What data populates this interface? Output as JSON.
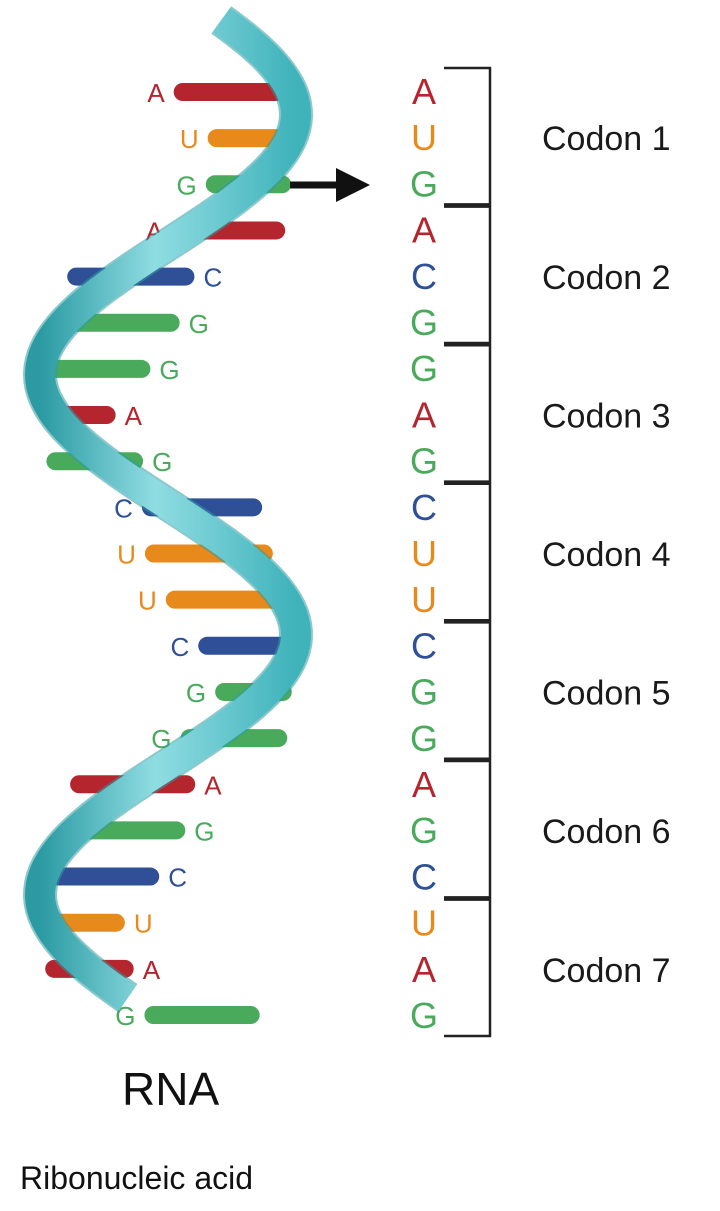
{
  "title": "RNA",
  "subtitle": "Ribonucleic acid",
  "colors": {
    "A": "#b5252e",
    "U": "#e8891b",
    "G": "#4aaa5c",
    "C": "#2f4f96",
    "backbone": "#6ccad0",
    "backbone_dark": "#2b9aa2"
  },
  "strand_bases": [
    "A",
    "U",
    "G",
    "A",
    "C",
    "G",
    "G",
    "A",
    "G",
    "C",
    "U",
    "U",
    "C",
    "G",
    "G",
    "A",
    "G",
    "C",
    "U",
    "A",
    "G"
  ],
  "arrow": "right-arrow",
  "codons": [
    {
      "label": "Codon 1",
      "bases": [
        "A",
        "U",
        "G"
      ]
    },
    {
      "label": "Codon 2",
      "bases": [
        "A",
        "C",
        "G"
      ]
    },
    {
      "label": "Codon 3",
      "bases": [
        "G",
        "A",
        "G"
      ]
    },
    {
      "label": "Codon 4",
      "bases": [
        "C",
        "U",
        "U"
      ]
    },
    {
      "label": "Codon 5",
      "bases": [
        "C",
        "G",
        "G"
      ]
    },
    {
      "label": "Codon 6",
      "bases": [
        "A",
        "G",
        "C"
      ]
    },
    {
      "label": "Codon 7",
      "bases": [
        "U",
        "A",
        "G"
      ]
    }
  ]
}
